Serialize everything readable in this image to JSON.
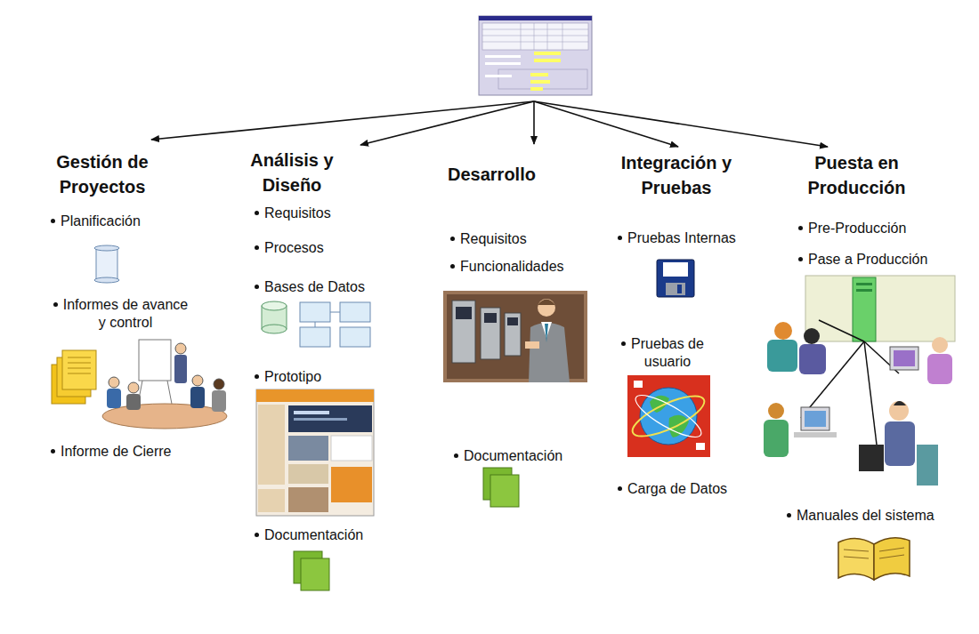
{
  "diagram": {
    "nodes": [
      {
        "text": [
          "Gestión de Proyectos",
          "Planificación",
          "Informes de avance y control",
          "Informe de Cierre"
        ]
      },
      {
        "text": [
          "Análisis y Diseño",
          "Requisitos",
          "Procesos",
          "Bases de Datos",
          "Prototipo",
          "Documentación"
        ]
      },
      {
        "text": [
          "Desarrollo",
          "Requisitos",
          "Funcionalidades",
          "Documentación"
        ]
      },
      {
        "text": [
          "Integración y Pruebas",
          "Pruebas Internas",
          "Pruebas de usuario",
          "Carga de Datos"
        ]
      },
      {
        "text": [
          "Puesta en Producción",
          "Pre-Producción",
          "Pase a Producción",
          "Manuales del sistema"
        ]
      }
    ]
  }
}
